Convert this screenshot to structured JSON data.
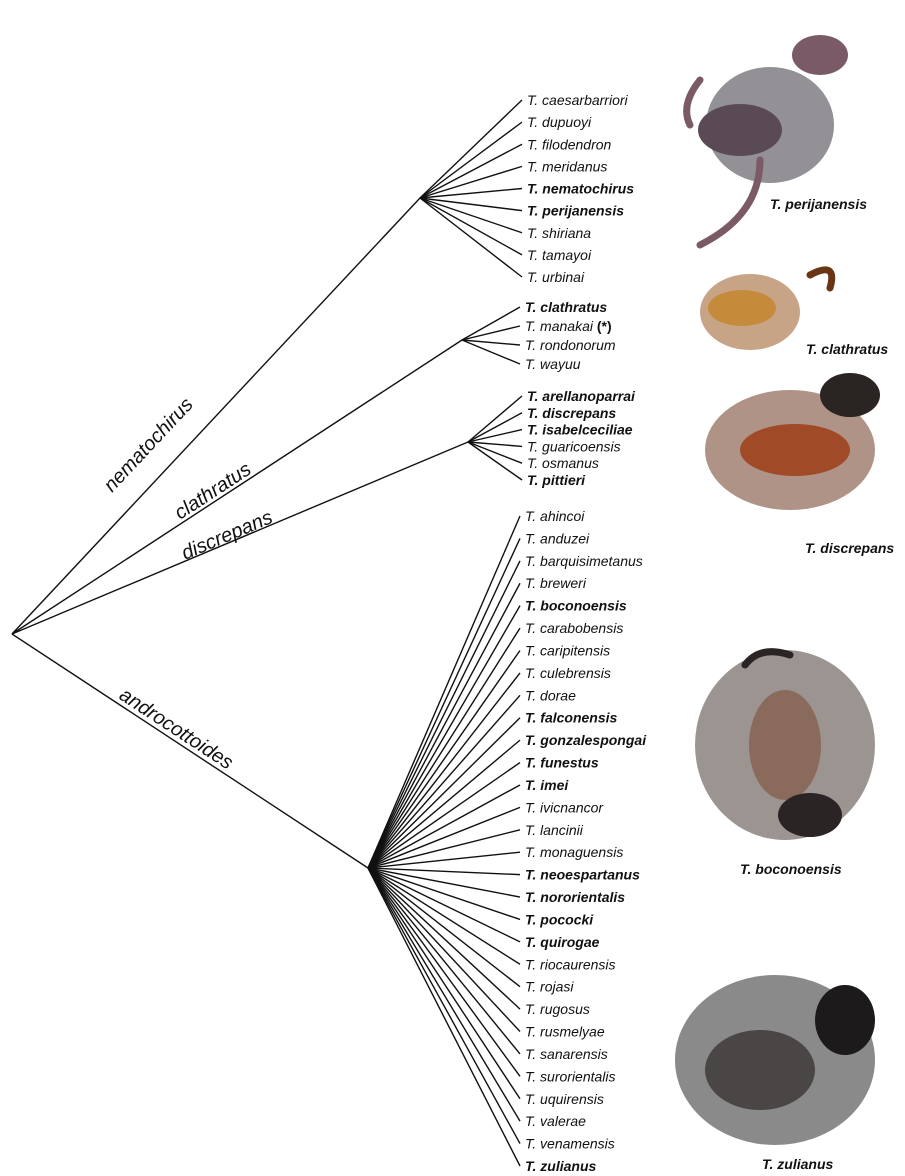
{
  "clades": [
    {
      "name": "nematochirus",
      "taxa": [
        {
          "label": "T. caesarbarriori",
          "bold": false
        },
        {
          "label": "T. dupuoyi",
          "bold": false
        },
        {
          "label": "T. filodendron",
          "bold": false
        },
        {
          "label": "T. meridanus",
          "bold": false
        },
        {
          "label": "T. nematochirus",
          "bold": true
        },
        {
          "label": "T. perijanensis",
          "bold": true
        },
        {
          "label": "T. shiriana",
          "bold": false
        },
        {
          "label": "T. tamayoi",
          "bold": false
        },
        {
          "label": "T. urbinai",
          "bold": false
        }
      ]
    },
    {
      "name": "clathratus",
      "taxa": [
        {
          "label": "T. clathratus",
          "bold": true
        },
        {
          "label": "T. manakai",
          "bold": false,
          "marker": "(*)"
        },
        {
          "label": "T. rondonorum",
          "bold": false
        },
        {
          "label": "T. wayuu",
          "bold": false
        }
      ]
    },
    {
      "name": "discrepans",
      "taxa": [
        {
          "label": "T. arellanoparrai",
          "bold": true
        },
        {
          "label": "T. discrepans",
          "bold": true
        },
        {
          "label": "T. isabelceciliae",
          "bold": true
        },
        {
          "label": "T. guaricoensis",
          "bold": false
        },
        {
          "label": "T. osmanus",
          "bold": false
        },
        {
          "label": "T. pittieri",
          "bold": true
        }
      ]
    },
    {
      "name": "androcottoides",
      "taxa": [
        {
          "label": "T. ahincoi",
          "bold": false
        },
        {
          "label": "T. anduzei",
          "bold": false
        },
        {
          "label": "T. barquisimetanus",
          "bold": false
        },
        {
          "label": "T. breweri",
          "bold": false
        },
        {
          "label": "T. boconoensis",
          "bold": true
        },
        {
          "label": "T. carabobensis",
          "bold": false
        },
        {
          "label": "T. caripitensis",
          "bold": false
        },
        {
          "label": "T. culebrensis",
          "bold": false
        },
        {
          "label": "T. dorae",
          "bold": false
        },
        {
          "label": "T. falconensis",
          "bold": true
        },
        {
          "label": "T. gonzalespongai",
          "bold": true
        },
        {
          "label": "T. funestus",
          "bold": true
        },
        {
          "label": "T. imei",
          "bold": true
        },
        {
          "label": "T. ivicnancor",
          "bold": false
        },
        {
          "label": "T. lancinii",
          "bold": false
        },
        {
          "label": "T. monaguensis",
          "bold": false
        },
        {
          "label": "T. neoespartanus",
          "bold": true
        },
        {
          "label": "T. nororientalis",
          "bold": true
        },
        {
          "label": "T. pococki",
          "bold": true
        },
        {
          "label": "T. quirogae",
          "bold": true
        },
        {
          "label": "T. riocaurensis",
          "bold": false
        },
        {
          "label": "T. rojasi",
          "bold": false
        },
        {
          "label": "T. rugosus",
          "bold": false
        },
        {
          "label": "T. rusmelyae",
          "bold": false
        },
        {
          "label": "T. sanarensis",
          "bold": false
        },
        {
          "label": "T. surorientalis",
          "bold": false
        },
        {
          "label": "T. uquirensis",
          "bold": false
        },
        {
          "label": "T. valerae",
          "bold": false
        },
        {
          "label": "T. venamensis",
          "bold": false
        },
        {
          "label": "T. zulianus",
          "bold": true
        }
      ]
    }
  ],
  "photos": [
    {
      "caption": "T. perijanensis",
      "colors": [
        "#3a3440",
        "#5a4a55",
        "#7a5a66"
      ]
    },
    {
      "caption": "T. clathratus",
      "colors": [
        "#9a5a22",
        "#c58a3a",
        "#6a3512"
      ]
    },
    {
      "caption": "T. discrepans",
      "colors": [
        "#6b3a22",
        "#a04a28",
        "#2a2422"
      ]
    },
    {
      "caption": "T. boconoensis",
      "colors": [
        "#4a3c36",
        "#8a6a5a",
        "#2a2424"
      ]
    },
    {
      "caption": "T. zulianus",
      "colors": [
        "#2c2a2a",
        "#4a4646",
        "#1c1a1a"
      ]
    }
  ]
}
